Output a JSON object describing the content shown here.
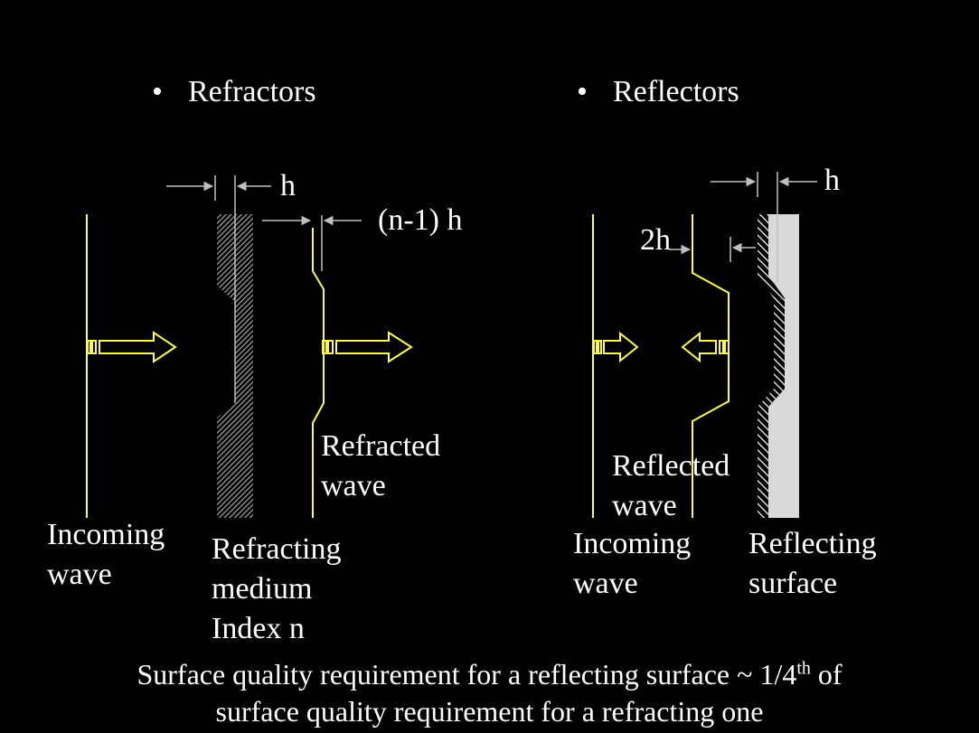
{
  "headings": {
    "left_bullet": "•",
    "left": "Refractors",
    "right_bullet": "•",
    "right": "Reflectors"
  },
  "left_diagram": {
    "h_label": "h",
    "n1h_label": "(n-1) h",
    "refracted_line1": "Refracted",
    "refracted_line2": "wave",
    "incoming_line1": "Incoming",
    "incoming_line2": "wave",
    "medium_line1": "Refracting",
    "medium_line2": "medium",
    "medium_line3": "Index n"
  },
  "right_diagram": {
    "h_label": "h",
    "two_h_label": "2h",
    "reflected_line1": "Reflected",
    "reflected_line2": "wave",
    "incoming_line1": "Incoming",
    "incoming_line2": "wave",
    "surface_line1": "Reflecting",
    "surface_line2": "surface"
  },
  "caption": {
    "line1_pre": "Surface quality requirement for a reflecting surface ~ 1/4",
    "line1_sup": "th",
    "line1_post": " of",
    "line2": "surface quality requirement for a refracting one"
  },
  "colors": {
    "background": "#000000",
    "wave": "#ffff33",
    "text": "#ffffff",
    "dimension": "#bfbfbf",
    "medium": "#a6a6a6",
    "surface": "#d9d9d9"
  }
}
